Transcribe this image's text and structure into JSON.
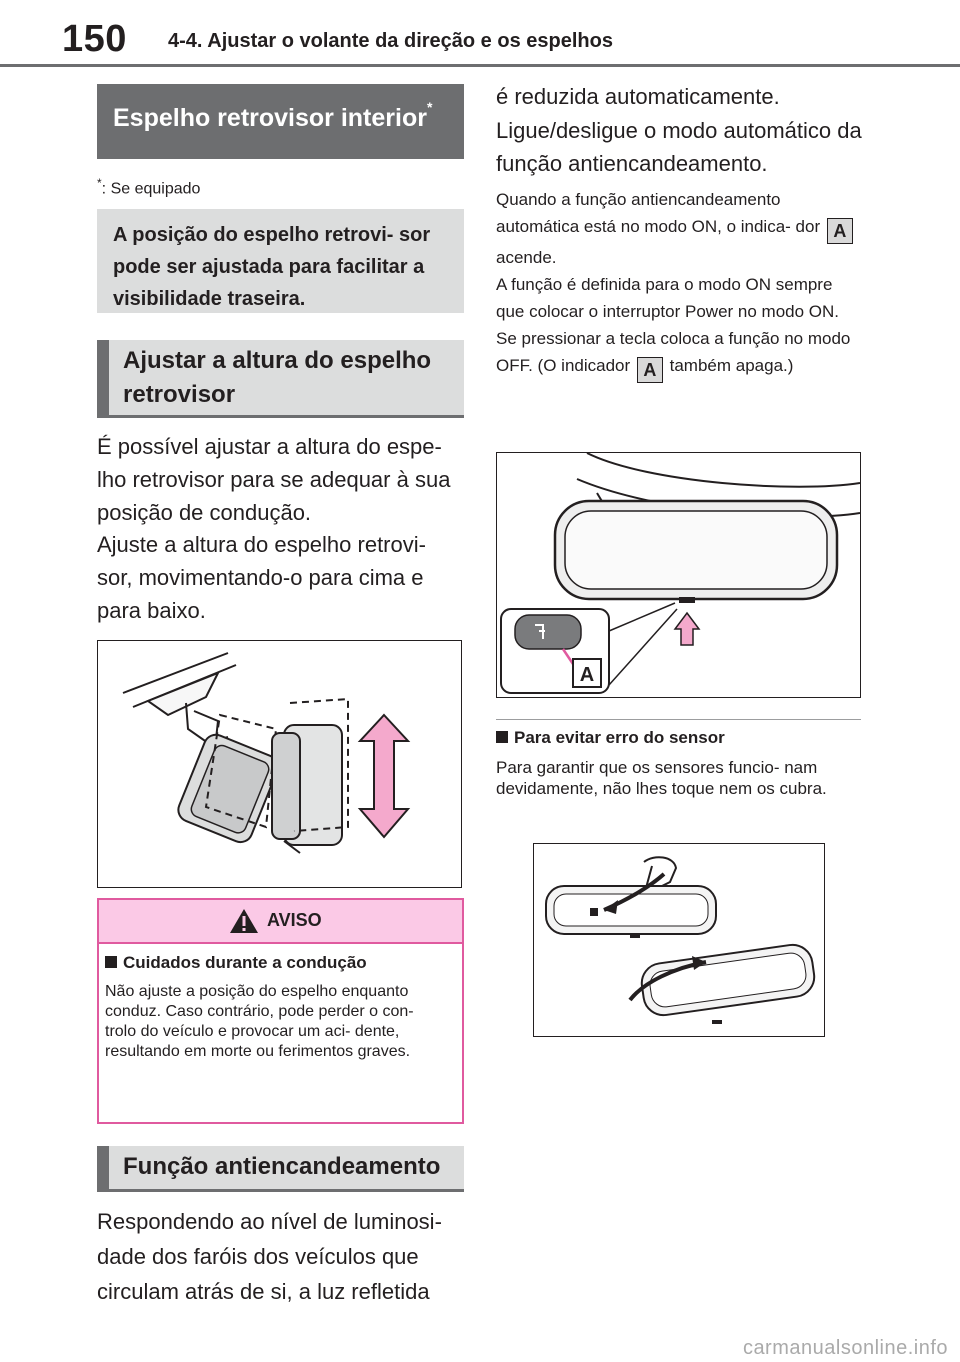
{
  "header": {
    "page_number": "150",
    "chapter_title": "4-4. Ajustar o volante da direção e os espelhos"
  },
  "section_mirror": {
    "title": "Espelho retrovisor interior",
    "title_marker": "*",
    "footnote_marker": "*",
    "footnote": ": Se equipado",
    "intro": "A posição do espelho retrovi- sor pode ser ajustada para facilitar a visibilidade traseira."
  },
  "section_height": {
    "title": "Ajustar a altura do espelho retrovisor",
    "para1": "É possível ajustar a altura do espe- lho retrovisor para se adequar à sua posição de condução.",
    "para2": "Ajuste a altura do espelho retrovi- sor, movimentando-o para cima e para baixo."
  },
  "warning": {
    "title": "AVISO",
    "subtitle": "Cuidados durante a condução",
    "text": "Não ajuste a posição do espelho enquanto conduz. Caso contrário, pode perder o con- trolo do veículo e provocar um aci- dente, resultando em morte ou ferimentos graves."
  },
  "section_antiglare": {
    "title": "Função antiencandeamento",
    "para1": "Respondendo ao nível de luminosi- dade dos faróis dos veículos que circulam atrás de si, a luz refletida é reduzida automaticamente.",
    "para2": "Ligue/desligue o modo automático da função antiencandeamento.",
    "note_a": "Quando a função antiencandeamento automática está no modo ON, o indica- dor",
    "note_b": "acende.",
    "note_c": "A função é definida para o modo ON sempre que colocar o interruptor Power no modo ON.",
    "note_d": "Se pressionar a tecla coloca a função no modo OFF. (O indicador",
    "note_e": "também apaga.)",
    "indicator_label": "A"
  },
  "section_sensor": {
    "title": "Para evitar erro do sensor",
    "text": "Para garantir que os sensores funcio- nam devidamente, não lhes toque nem os cubra."
  },
  "figures": {
    "callout_a": "A"
  },
  "watermark": "carmanualsonline.info",
  "colors": {
    "header_rule": "#6d6e70",
    "title_dark": "#6d6e70",
    "title_light": "#dcdddd",
    "warning_border": "#e05a9f",
    "warning_fill": "#fbc9e6",
    "arrow_fill": "#f4a9cc"
  }
}
